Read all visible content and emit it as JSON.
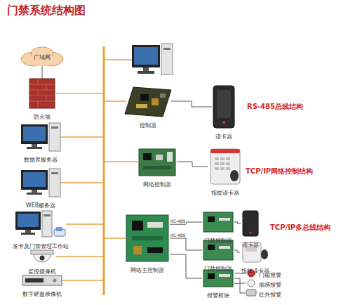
{
  "diagram": {
    "title": "门禁系统结构图",
    "nodes": [
      {
        "text": [
          "广域网"
        ]
      },
      {
        "text": [
          "防火墙"
        ]
      },
      {
        "text": [
          "数据库服务器"
        ]
      },
      {
        "text": [
          "WEB服务器"
        ]
      },
      {
        "text": [
          "发卡及门禁管理工作站"
        ]
      },
      {
        "text": [
          "监控摄像机"
        ]
      },
      {
        "text": [
          "数字硬盘录像机"
        ]
      },
      {
        "text": [
          "控制器"
        ]
      },
      {
        "text": [
          "读卡器"
        ]
      },
      {
        "text": [
          "网络控制器"
        ]
      },
      {
        "text": [
          "指纹读卡器"
        ]
      },
      {
        "text": [
          "网络主控制器"
        ]
      },
      {
        "text": [
          "门禁控制器"
        ]
      },
      {
        "text": [
          "门禁控制器"
        ]
      },
      {
        "text": [
          "报警模块"
        ]
      },
      {
        "text": [
          "读卡器"
        ]
      },
      {
        "text": [
          "指纹读卡器"
        ]
      },
      {
        "text": [
          "门磁报警"
        ]
      },
      {
        "text": [
          "烟感报警"
        ]
      },
      {
        "text": [
          "红外报警"
        ]
      }
    ],
    "edges": [
      {
        "from": 0,
        "to": 1,
        "arrow": "none"
      },
      {
        "from": 7,
        "to": 8,
        "arrow": "none"
      },
      {
        "from": 9,
        "to": 10,
        "arrow": "none"
      },
      {
        "from": 11,
        "to": 12,
        "label": "RS-485",
        "arrow": "none"
      },
      {
        "from": 11,
        "to": 13,
        "label": "RS-485",
        "arrow": "none"
      },
      {
        "from": 11,
        "to": 14,
        "arrow": "none"
      },
      {
        "from": 12,
        "to": 15,
        "arrow": "none"
      },
      {
        "from": 13,
        "to": 16,
        "arrow": "none"
      },
      {
        "from": 14,
        "to": 17,
        "arrow": "none"
      },
      {
        "from": 14,
        "to": 18,
        "arrow": "none"
      },
      {
        "from": 14,
        "to": 19,
        "arrow": "none"
      }
    ],
    "labels": [
      "RS-485总线结构",
      "TCP/IP网络控制结构",
      "TCP/IP多总线结构"
    ]
  }
}
